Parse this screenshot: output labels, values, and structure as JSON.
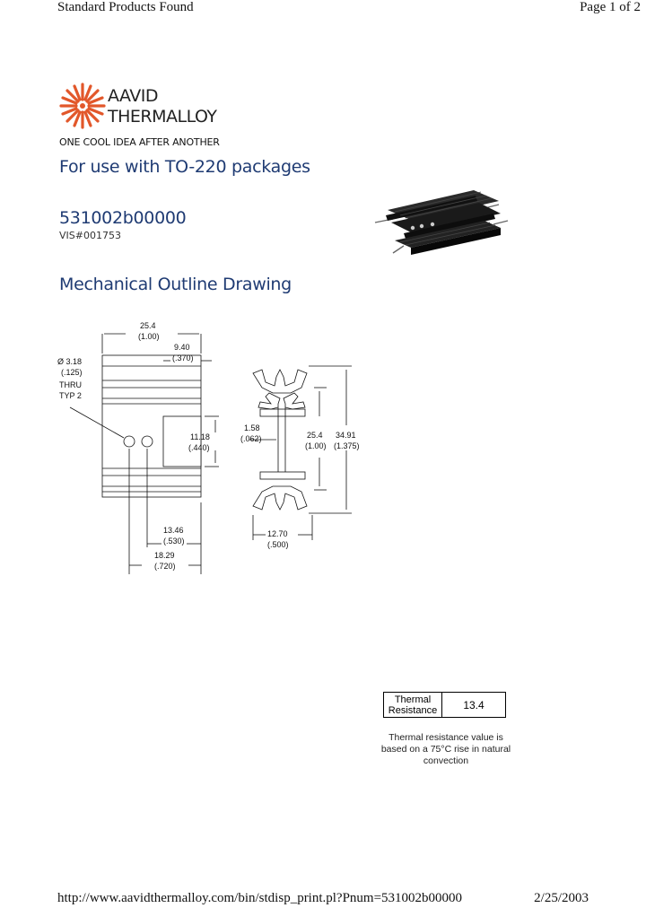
{
  "header": {
    "left": "Standard Products Found",
    "right": "Page 1 of 2"
  },
  "logo": {
    "line1": "AAVID",
    "line2": "THERMALLOY",
    "tagline": "ONE COOL IDEA AFTER ANOTHER",
    "icon": "starburst-logo-icon",
    "color": "#e2572a"
  },
  "main": {
    "package_heading": "For use with TO-220 packages",
    "part_number": "531002b00000",
    "vis_number": "VIS#001753",
    "drawing_heading": "Mechanical Outline Drawing",
    "heading_color": "#1f3b73"
  },
  "drawing": {
    "width_mm": "25.4",
    "width_in": "(1.00)",
    "offset_mm": "9.40",
    "offset_in": "(.370)",
    "hole_dia_mm": "Ø 3.18",
    "hole_dia_in": "(.125)",
    "hole_note1": "THRU",
    "hole_note2": "TYP 2",
    "slot_mm": "11.18",
    "slot_in": "(.440)",
    "hole1_mm": "13.46",
    "hole1_in": "(.530)",
    "hole2_mm": "18.29",
    "hole2_in": "(.720)",
    "base_mm": "1.58",
    "base_in": "(.062)",
    "inner_mm": "25.4",
    "inner_in": "(1.00)",
    "height_mm": "34.91",
    "height_in": "(1.375)",
    "depth_mm": "12.70",
    "depth_in": "(.500)"
  },
  "thermal": {
    "label_line1": "Thermal",
    "label_line2": "Resistance",
    "value": "13.4",
    "note_line1": "Thermal resistance value is",
    "note_line2": "based on a 75°C rise in natural",
    "note_line3": "convection"
  },
  "footer": {
    "url": "http://www.aavidthermalloy.com/bin/stdisp_print.pl?Pnum=531002b00000",
    "date": "2/25/2003"
  }
}
